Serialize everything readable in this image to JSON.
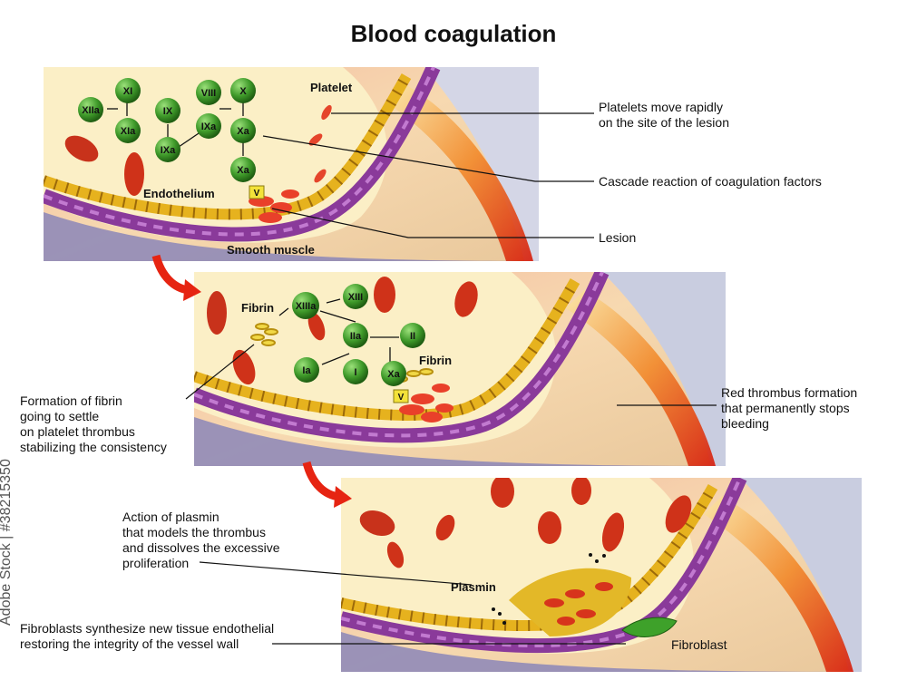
{
  "title": "Blood coagulation",
  "panel1": {
    "factors": [
      "XIIa",
      "XI",
      "XIa",
      "IX",
      "IXa",
      "VIII",
      "IXa",
      "X",
      "Xa",
      "Xa",
      "V"
    ],
    "labels": {
      "platelet": "Platelet",
      "endothelium": "Endothelium",
      "smooth_muscle": "Smooth muscle"
    }
  },
  "panel2": {
    "factors": [
      "XIIIa",
      "XIII",
      "IIa",
      "II",
      "Ia",
      "I",
      "Xa",
      "V"
    ],
    "labels": {
      "fibrin_left": "Fibrin",
      "fibrin_right": "Fibrin"
    }
  },
  "panel3": {
    "labels": {
      "plasmin": "Plasmin",
      "fibroblast": "Fibroblast"
    }
  },
  "notes": {
    "platelets": [
      "Platelets move rapidly",
      "on the site of the lesion"
    ],
    "cascade": [
      "Cascade reaction of coagulation factors"
    ],
    "lesion": [
      "Lesion"
    ],
    "fibrin_formation": [
      "Formation of fibrin",
      "going to settle",
      "on platelet thrombus",
      "stabilizing the consistency"
    ],
    "red_thrombus": [
      "Red thrombus formation",
      "that permanently stops",
      "bleeding"
    ],
    "plasmin_action": [
      "Action of plasmin",
      "that models the thrombus",
      "and dissolves the excessive",
      "proliferation"
    ],
    "fibroblasts": [
      "Fibroblasts synthesize new tissue endothelial",
      "restoring the integrity of the vessel wall"
    ]
  },
  "watermark": "Adobe Stock | #38215350",
  "colors": {
    "factor_green": "#3f9a2a",
    "factor_dark": "#2a6e18",
    "rbc_red": "#d42a14",
    "endothelium_yellow": "#e8b51f",
    "muscle_purple": "#8a3a9a",
    "arrow_red": "#e62412"
  }
}
